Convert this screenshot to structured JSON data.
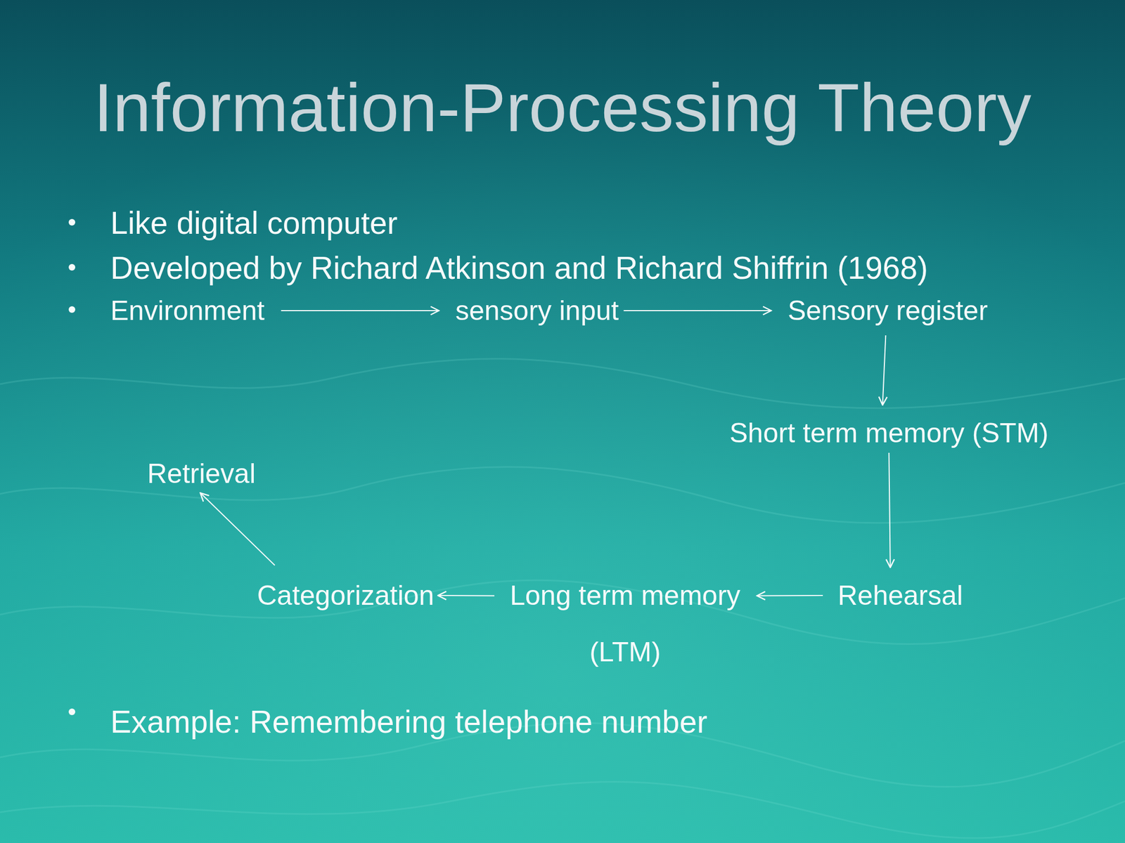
{
  "diagram": {
    "title": "Information-Processing Theory",
    "nodes": [
      {
        "text": [
          "Environment"
        ]
      },
      {
        "text": [
          "sensory input"
        ]
      },
      {
        "text": [
          "Sensory register"
        ]
      },
      {
        "text": [
          "Short term memory (STM)"
        ]
      },
      {
        "text": [
          "Retrieval"
        ]
      },
      {
        "text": [
          "Categorization"
        ]
      },
      {
        "text": [
          "Long term memory (LTM)"
        ]
      },
      {
        "text": [
          "Rehearsal"
        ]
      }
    ],
    "edges": [
      {
        "from": 0,
        "to": 1,
        "arrow": "to"
      },
      {
        "from": 1,
        "to": 2,
        "arrow": "to"
      },
      {
        "from": 2,
        "to": 3,
        "arrow": "to"
      },
      {
        "from": 3,
        "to": 7,
        "arrow": "to"
      },
      {
        "from": 7,
        "to": 6,
        "arrow": "to"
      },
      {
        "from": 6,
        "to": 5,
        "arrow": "to"
      },
      {
        "from": 5,
        "to": 4,
        "arrow": "to"
      }
    ],
    "labels": [
      "Like digital computer",
      "Developed by Richard Atkinson and Richard Shiffrin (1968)",
      "Example: Remembering telephone number"
    ]
  }
}
